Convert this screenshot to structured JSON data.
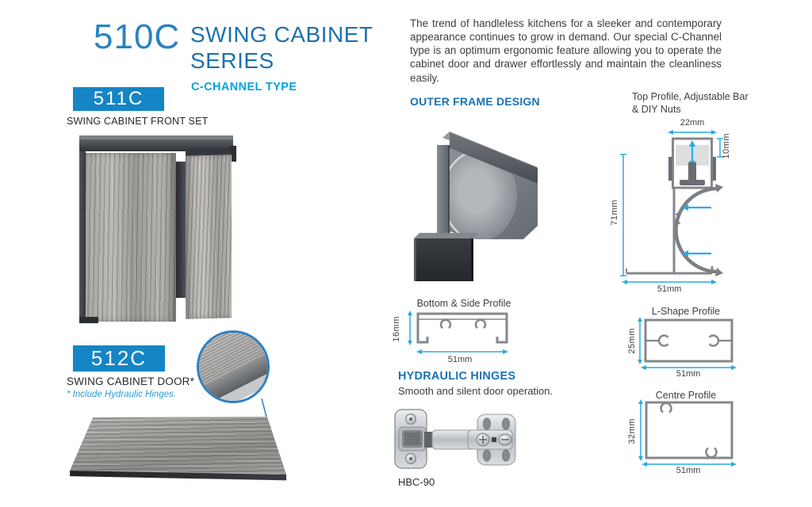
{
  "header": {
    "model": "510C",
    "series_line1": "SWING CABINET",
    "series_line2": "SERIES",
    "type_label": "C-CHANNEL TYPE"
  },
  "intro": "The trend of handleless kitchens for a sleeker and contemporary appearance continues to grow in demand. Our special C-Channel type is an optimum ergonomic feature allowing you to operate the cabinet door and drawer effortlessly and maintain the cleanliness easily.",
  "products": {
    "front_set": {
      "code": "511C",
      "label": "SWING CABINET FRONT SET"
    },
    "door": {
      "code": "512C",
      "label": "SWING CABINET DOOR*",
      "note": "* Include Hydraulic Hinges."
    }
  },
  "outer_frame": {
    "title": "OUTER FRAME DESIGN"
  },
  "hinges": {
    "title": "HYDRAULIC HINGES",
    "subtitle": "Smooth and silent door operation.",
    "model": "HBC-90"
  },
  "diagrams": {
    "bottom_side": {
      "title": "Bottom & Side Profile",
      "height": "16mm",
      "width": "51mm"
    },
    "top_profile": {
      "title_line1": "Top Profile, Adjustable Bar",
      "title_line2": "& DIY Nuts",
      "bar_width": "22mm",
      "bar_height": "10mm",
      "height": "71mm",
      "width": "51mm"
    },
    "l_shape": {
      "title": "L-Shape Profile",
      "height": "25mm",
      "width": "51mm"
    },
    "centre": {
      "title": "Centre Profile",
      "height": "32mm",
      "width": "51mm"
    }
  },
  "colors": {
    "accent_blue": "#1585c5",
    "heading_blue": "#1a72b4",
    "cyan_heading": "#00a2dc",
    "dim_cyan": "#29abe2",
    "note_blue": "#2e9bd6",
    "profile_gray": "#84878b",
    "text_dark": "#3f3f3f"
  }
}
